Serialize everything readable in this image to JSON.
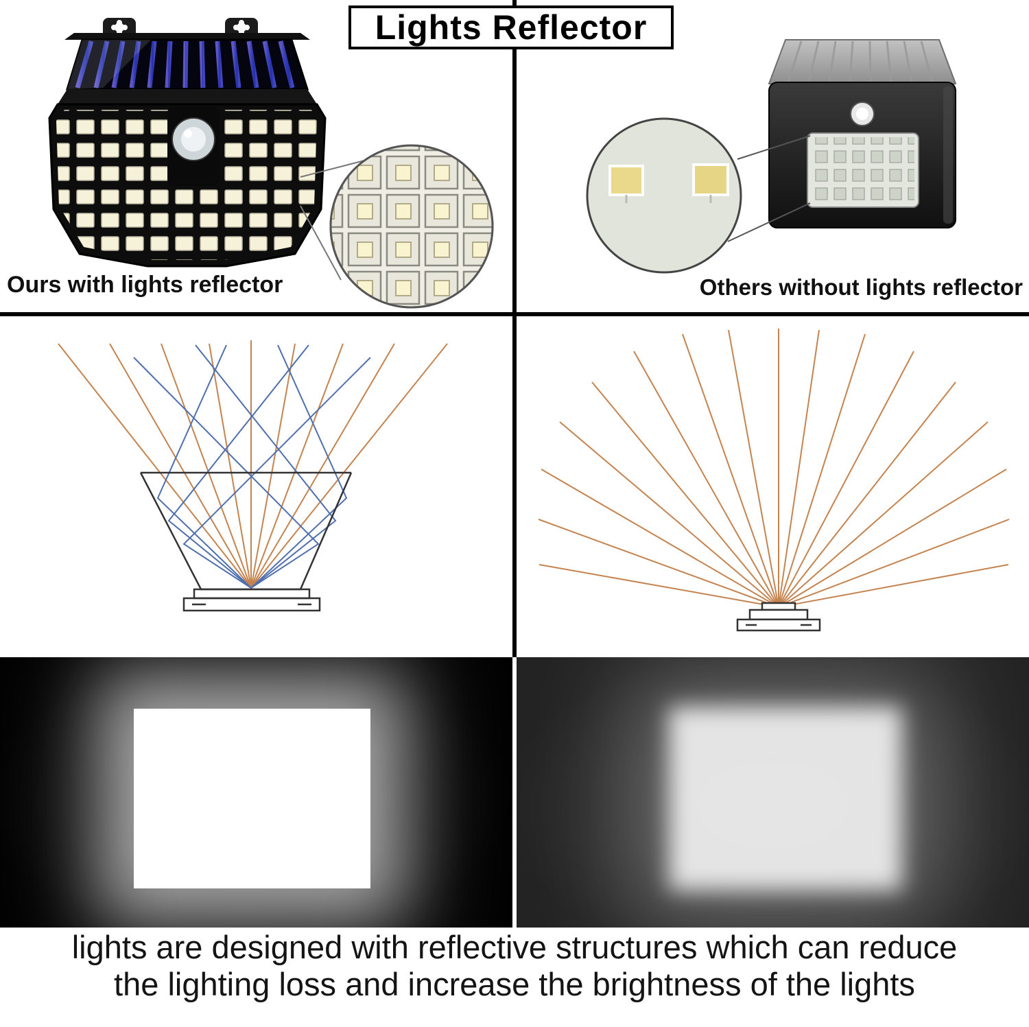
{
  "title": "Lights Reflector",
  "top_section": {
    "left_label": "Ours with lights reflector",
    "right_label": "Others without lights reflector"
  },
  "caption": {
    "line1": "lights are designed with reflective structures  which can reduce",
    "line2": "the lighting loss and increase the brightness of the lights"
  },
  "colors": {
    "ray_orange": "#c4834f",
    "ray_blue": "#4f6fae",
    "divider_black": "#000000",
    "left_dark_panel": "#000000",
    "right_dark_panel": "#2a2a2a",
    "light_glow": "#ffffff",
    "solar_panel_blue": "#4a4fd6",
    "led_cream": "#f6f1d9",
    "reflector_cup_fill": "#e9e7db",
    "bare_led_chip": "#ead98a"
  }
}
